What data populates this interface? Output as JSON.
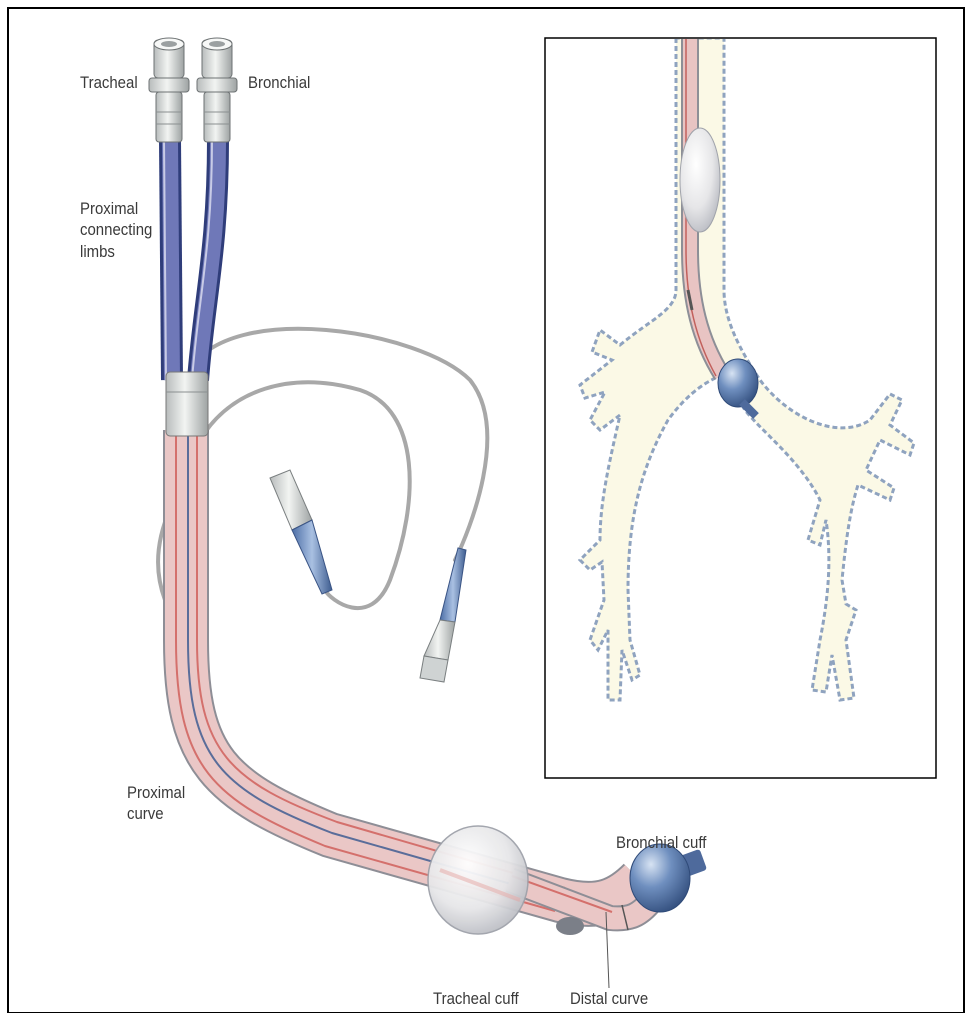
{
  "labels": {
    "tracheal": "Tracheal",
    "bronchial": "Bronchial",
    "proximal_limbs": "Proximal\nconnecting\nlimbs",
    "proximal_curve": "Proximal\ncurve",
    "bronchial_cuff": "Bronchial cuff",
    "tracheal_cuff": "Tracheal cuff",
    "distal_curve": "Distal curve"
  },
  "colors": {
    "border": "#000000",
    "tube_pink": "#e9c1c0",
    "tube_stripe": "#d4706c",
    "limb_blue": "#5a63a8",
    "cuff_blue": "#5f7fb0",
    "cuff_white": "#e8e8ea",
    "bronchi_fill": "#fbf9e6",
    "bronchi_edge": "#8fa3bf",
    "pilot_line": "#a9a9a9"
  }
}
